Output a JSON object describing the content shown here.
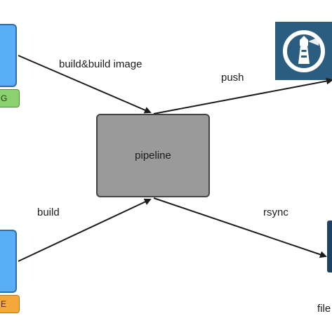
{
  "edges": {
    "build_image_label": "build&build image",
    "build_label": "build",
    "push_label": "push",
    "rsync_label": "rsync"
  },
  "nodes": {
    "pipeline_label": "pipeline",
    "source_top_tag": "G",
    "source_bottom_tag": "E",
    "fileserver_label": "file"
  },
  "icons": {
    "registry": "lighthouse-icon",
    "fileserver": "server-icon"
  },
  "colors": {
    "source_box": "#5aaef5",
    "tag_green": "#8bd16f",
    "tag_orange": "#f4a83a",
    "pipeline": "#9a9a9a",
    "registry": "#2a5d7f"
  }
}
